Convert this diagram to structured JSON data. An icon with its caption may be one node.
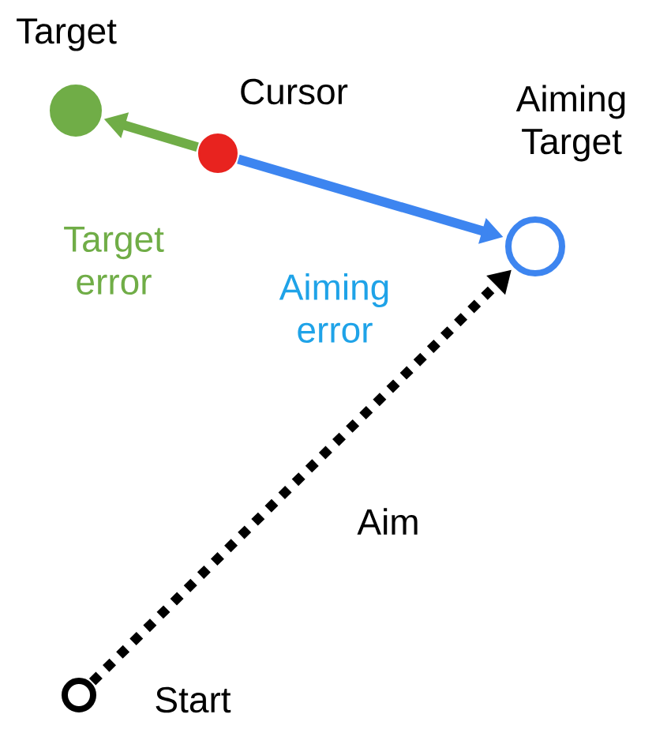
{
  "diagram": {
    "nodes": [
      {
        "text": [
          "Target"
        ]
      },
      {
        "text": [
          "Cursor"
        ]
      },
      {
        "text": [
          "Aiming Target"
        ]
      },
      {
        "text": [
          "Start"
        ]
      }
    ],
    "edges": [
      {
        "from": 1,
        "to": 0,
        "arrow": "to",
        "label": "Target error",
        "color": "#70ad47"
      },
      {
        "from": 1,
        "to": 2,
        "arrow": "to",
        "label": "Aiming error",
        "color": "#3d85f0"
      },
      {
        "from": 3,
        "to": 2,
        "arrow": "to",
        "label": "Aim",
        "color": "#000000",
        "style": "dashed"
      }
    ]
  }
}
